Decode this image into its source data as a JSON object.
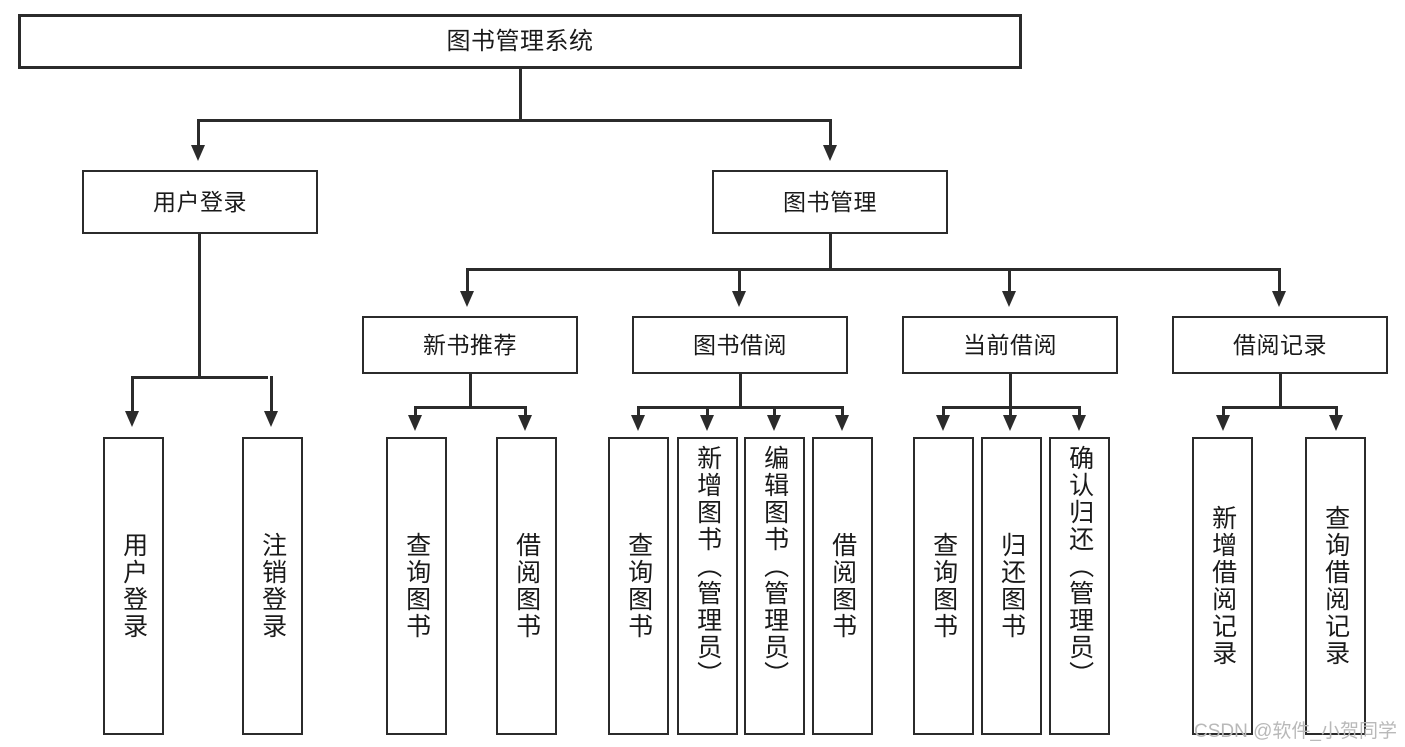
{
  "diagram": {
    "title": "图书管理系统",
    "watermark": "CSDN @软件_小贺同学",
    "levels": {
      "root": {
        "label": "图书管理系统"
      },
      "level2": [
        {
          "label": "用户登录"
        },
        {
          "label": "图书管理"
        }
      ],
      "level3": [
        {
          "label": "新书推荐"
        },
        {
          "label": "图书借阅"
        },
        {
          "label": "当前借阅"
        },
        {
          "label": "借阅记录"
        }
      ],
      "leaves": {
        "user_login": [
          {
            "label": "用户登录"
          },
          {
            "label": "注销登录"
          }
        ],
        "new_book_recommend": [
          {
            "label": "查询图书"
          },
          {
            "label": "借阅图书"
          }
        ],
        "book_borrow": [
          {
            "label": "查询图书"
          },
          {
            "label": "新增图书（管理员）"
          },
          {
            "label": "编辑图书（管理员）"
          },
          {
            "label": "借阅图书"
          }
        ],
        "current_borrow": [
          {
            "label": "查询图书"
          },
          {
            "label": "归还图书"
          },
          {
            "label": "确认归还（管理员）"
          }
        ],
        "borrow_record": [
          {
            "label": "新增借阅记录"
          },
          {
            "label": "查询借阅记录"
          }
        ]
      }
    },
    "colors": {
      "stroke": "#2b2b2b",
      "background": "#ffffff",
      "text": "#1a1a1a",
      "watermark": "#b9b9b9"
    }
  }
}
